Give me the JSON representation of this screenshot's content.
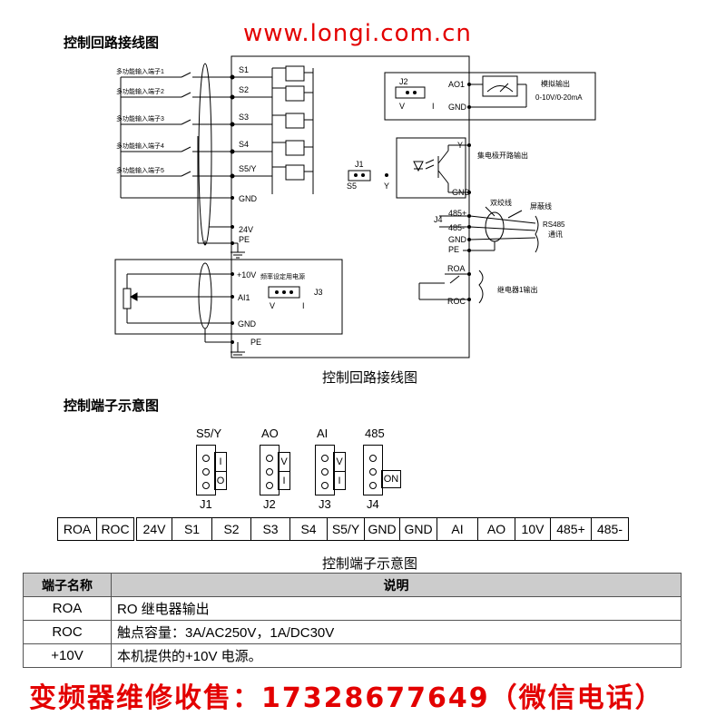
{
  "header": {
    "title": "控制回路接线图",
    "website": "www.longi.com.cn"
  },
  "wiring": {
    "inputs": [
      {
        "label": "多功能输入端子1",
        "terminal": "S1"
      },
      {
        "label": "多功能输入端子2",
        "terminal": "S2"
      },
      {
        "label": "多功能输入端子3",
        "terminal": "S3"
      },
      {
        "label": "多功能输入端子4",
        "terminal": "S4"
      },
      {
        "label": "多功能输入端子5",
        "terminal": "S5/Y"
      }
    ],
    "left_terminals": {
      "gnd": "GND",
      "v24": "24V",
      "pe": "PE",
      "v10": "+10V",
      "v10_note": "频率设定用电源",
      "ai1": "AI1",
      "gnd2": "GND",
      "pe2": "PE"
    },
    "j3": {
      "name": "J3",
      "v": "V",
      "i": "I"
    },
    "j2": {
      "name": "J2",
      "v": "V",
      "i": "I"
    },
    "ao": {
      "ao1": "AO1",
      "gnd": "GND",
      "desc1": "模拟输出",
      "desc2": "0-10V/0-20mA"
    },
    "oc": {
      "y": "Y",
      "gnd": "GND",
      "desc": "集电极开路输出"
    },
    "j1": {
      "name": "J1",
      "s5": "S5",
      "y": "Y"
    },
    "rs485": {
      "j4": "J4",
      "p": "485+",
      "n": "485-",
      "gnd": "GND",
      "pe": "PE",
      "twisted": "双绞线",
      "shield": "屏蔽线",
      "desc1": "RS485",
      "desc2": "通讯"
    },
    "relay": {
      "roa": "ROA",
      "roc": "ROC",
      "desc": "继电器1输出"
    },
    "caption": "控制回路接线图"
  },
  "terminal_section": {
    "title": "控制端子示意图",
    "jumpers": [
      {
        "top": "S5/Y",
        "name": "J1",
        "labels": [
          "I",
          "O"
        ]
      },
      {
        "top": "AO",
        "name": "J2",
        "labels": [
          "V",
          "I"
        ]
      },
      {
        "top": "AI",
        "name": "J3",
        "labels": [
          "V",
          "I"
        ]
      },
      {
        "top": "485",
        "name": "J4",
        "labels": [
          "ON"
        ]
      }
    ],
    "strip_left": [
      "ROA",
      "ROC"
    ],
    "strip_right": [
      "24V",
      "S1",
      "S2",
      "S3",
      "S4",
      "S5/Y",
      "GND",
      "GND",
      "AI",
      "AO",
      "10V",
      "485+",
      "485-"
    ],
    "caption": "控制端子示意图"
  },
  "table": {
    "headers": [
      "端子名称",
      "说明"
    ],
    "rows": [
      {
        "name": "ROA",
        "desc": "RO 继电器输出"
      },
      {
        "name": "ROC",
        "desc": "触点容量：3A/AC250V，1A/DC30V"
      },
      {
        "name": "+10V",
        "desc": "本机提供的+10V 电源。"
      }
    ]
  },
  "footer": "变频器维修收售：17328677649（微信电话）"
}
